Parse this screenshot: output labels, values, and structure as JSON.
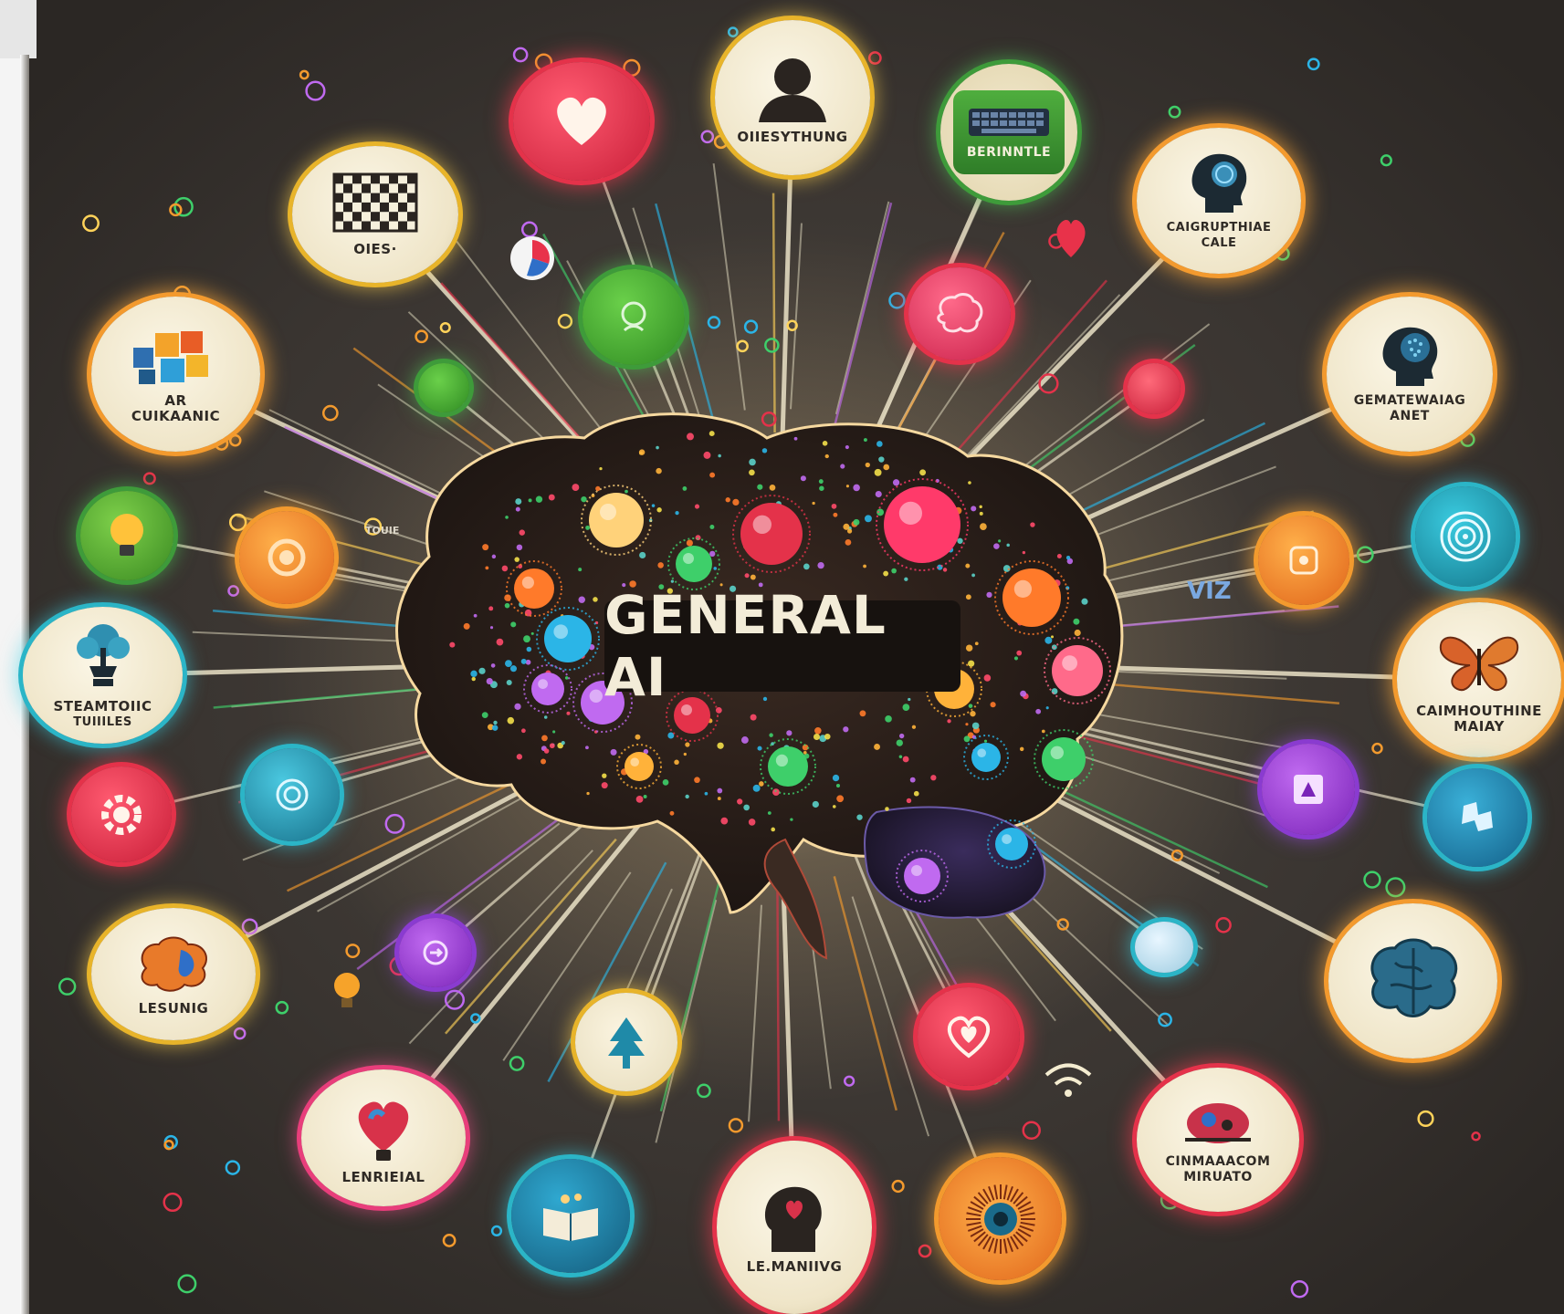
{
  "title": "GENERAL AI",
  "nodes": {
    "top_head": "OIIESYTHUNG",
    "keyboard": "BERINNTLE",
    "chess": "OIES·",
    "brain_head_top_right_1": "CAIGRUPTHIAE",
    "brain_head_top_right_2": "CALE",
    "ar_1": "AR",
    "ar_2": "CUIKAANIC",
    "head_right_1": "GEMATEWAIAG",
    "head_right_2": "ANET",
    "steam_1": "STEAMTOIIC",
    "steam_2": "TUIIILES",
    "butterfly_1": "CAIMHOUTHINE",
    "butterfly_2": "MAIAY",
    "lesung": "LESUNIG",
    "lenrieal": "LENRIEIAL",
    "lemaniivg": "LE.MANIIVG",
    "cinm_1": "CINMAAACOM",
    "cinm_2": "MIRUATO"
  },
  "small_labels": {
    "touie": "TOUIE",
    "viz": "VIZ"
  },
  "colors": {
    "background": "#3a3531",
    "wire": "#f4ecd0",
    "glow_orange": "#f39a2e",
    "glow_red": "#e4324a",
    "title_text": "#f3ecd8"
  },
  "icons": [
    "heart-icon",
    "person-head-icon",
    "keyboard-icon",
    "chessboard-icon",
    "ai-brain-head-icon",
    "ar-cubes-icon",
    "lightbulb-icon",
    "gear-icon",
    "tree-icon",
    "book-icon",
    "butterfly-icon",
    "brain-icon",
    "spiral-icon",
    "wifi-icon"
  ]
}
